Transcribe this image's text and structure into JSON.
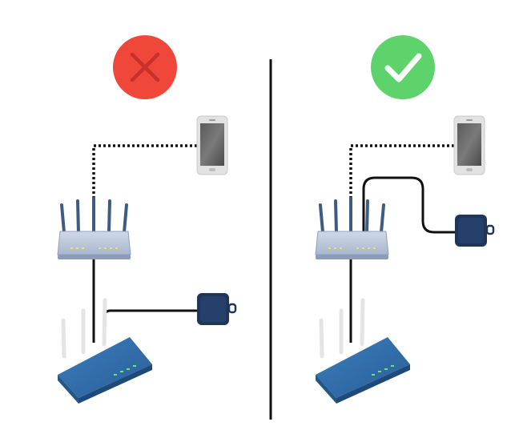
{
  "panels": [
    {
      "id": "wrong",
      "verdict": "incorrect",
      "icon": "x-mark-icon",
      "badge_color": "#f0473b",
      "mark_color": "#c8302a"
    },
    {
      "id": "right",
      "verdict": "correct",
      "icon": "check-mark-icon",
      "badge_color": "#5fd36b",
      "mark_color": "#ffffff"
    }
  ],
  "colors": {
    "divider": "#111111",
    "cable": "#111111",
    "router_body": "#b9c5da",
    "router_antenna": "#3e5b82",
    "modem_body": "#2e6aa6",
    "adapter_body": "#1f3658",
    "phone_frame": "#e2e2e2",
    "phone_screen": "#6f6f6f"
  }
}
